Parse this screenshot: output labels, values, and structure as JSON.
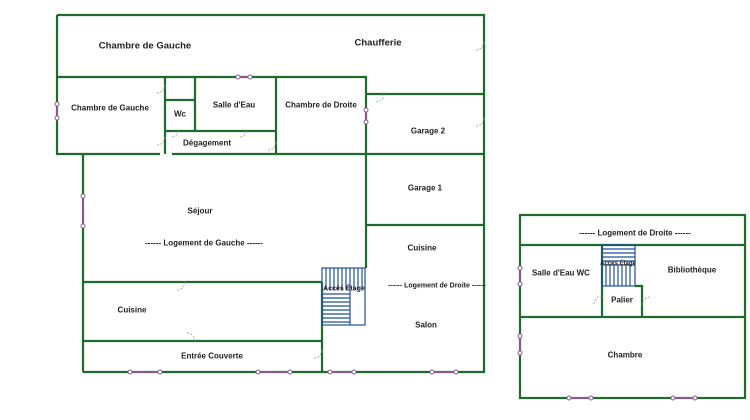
{
  "ground_floor": {
    "rooms": {
      "chambre_gauche_top": "Chambre de Gauche",
      "chaufferie": "Chaufferie",
      "chambre_gauche": "Chambre de Gauche",
      "wc": "Wc",
      "salle_eau": "Salle d'Eau",
      "chambre_droite": "Chambre de Droite",
      "garage2": "Garage 2",
      "degagement": "Dégagement",
      "garage1": "Garage 1",
      "sejour": "Séjour",
      "logement_gauche": "------   Logement de Gauche   ------",
      "cuisine_droite": "Cuisine",
      "acces_etage": "Accès Étage",
      "logement_droite": "------   Logement de Droite   ------",
      "cuisine_gauche": "Cuisine",
      "salon": "Salon",
      "entree": "Entrée Couverte"
    }
  },
  "upper_floor": {
    "rooms": {
      "logement_droite": "------   Logement de Droite   ------",
      "salle_eau_wc": "Salle d'Eau WC",
      "acces_etage": "Accès Étage",
      "bibliotheque": "Bibliothèque",
      "palier": "Palier",
      "chambre": "Chambre"
    }
  },
  "colors": {
    "wall": "#1e6b2e",
    "window": "#8a5a8a",
    "stairs": "#1f4fa0"
  }
}
